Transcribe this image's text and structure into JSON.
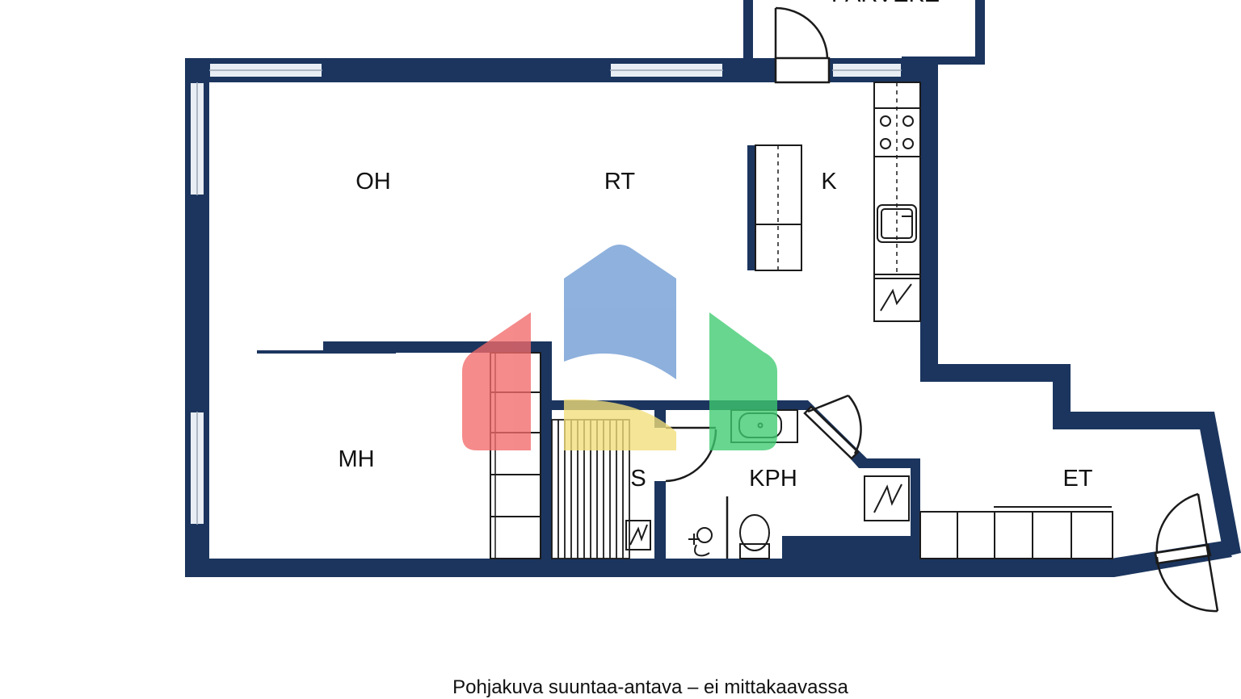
{
  "colors": {
    "wall": "#1b355e",
    "window_glass": "#e9eef4",
    "line": "#1b1b1b",
    "logo_red": "#f26a6a",
    "logo_blue": "#6f9bd3",
    "logo_green": "#3ecb6f",
    "logo_yellow": "#f3de7a"
  },
  "rooms": {
    "oh": "OH",
    "rt": "RT",
    "k": "K",
    "mh": "MH",
    "s": "S",
    "kph": "KPH",
    "et": "ET"
  },
  "balcony_label": "PARVEKE",
  "caption": "Pohjakuva suuntaa-antava – ei mittakaavassa",
  "icons": [
    "door-icon",
    "stove-icon",
    "sink-icon",
    "electric-panel-icon",
    "toilet-icon",
    "shower-icon",
    "wardrobe-icon",
    "kitchen-island-icon",
    "sauna-bench-icon"
  ]
}
